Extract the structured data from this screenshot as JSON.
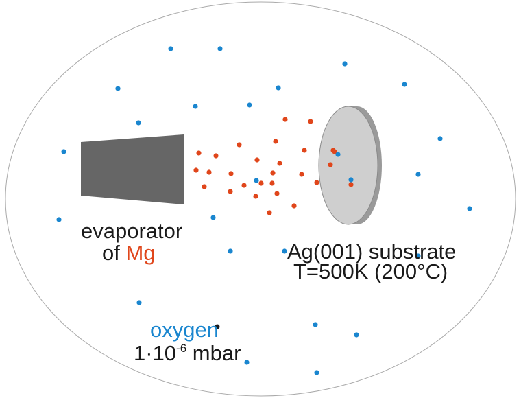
{
  "colors": {
    "mg_atom": "#e0461b",
    "oxygen_atom": "#1a86cf",
    "text": "#1a1a1a",
    "evaporator": "#666666",
    "substrate_face": "#cfcfcf",
    "substrate_rim": "#9a9a9a",
    "chamber_outline": "#aaaaaa"
  },
  "evaporator": {
    "label": "evaporator",
    "of": "of",
    "element": "Mg"
  },
  "substrate": {
    "label": "Ag(001) substrate",
    "temperature": "T=500K (200°C)"
  },
  "gas": {
    "name": "oxygen",
    "pressure_mantissa": "1·10",
    "pressure_exponent": "-6",
    "pressure_unit": " mbar"
  }
}
